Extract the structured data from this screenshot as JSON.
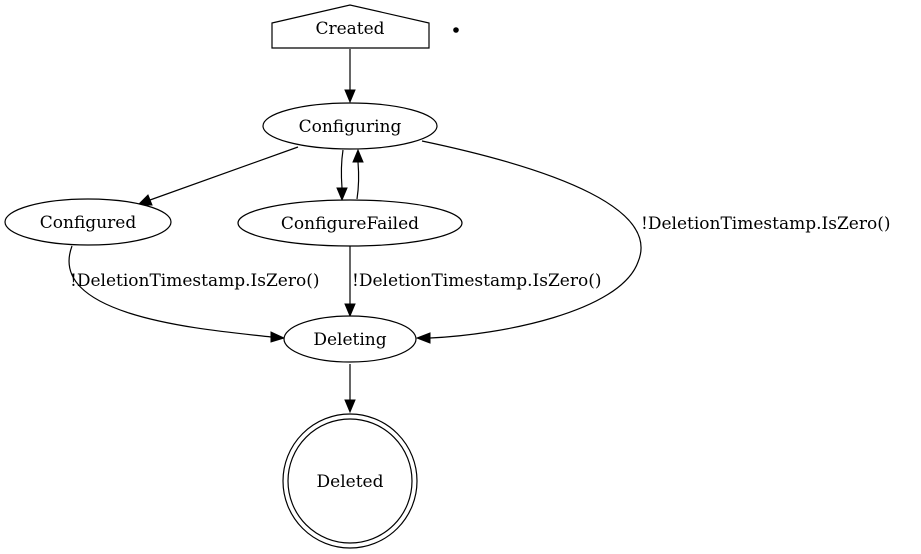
{
  "diagram": {
    "nodes": {
      "created": "Created",
      "configuring": "Configuring",
      "configured": "Configured",
      "configure_failed": "ConfigureFailed",
      "deleting": "Deleting",
      "deleted": "Deleted"
    },
    "edge_labels": {
      "configured_to_deleting": "!DeletionTimestamp.IsZero()",
      "configure_failed_to_deleting": "!DeletionTimestamp.IsZero()",
      "configuring_to_deleting": "!DeletionTimestamp.IsZero()"
    }
  }
}
